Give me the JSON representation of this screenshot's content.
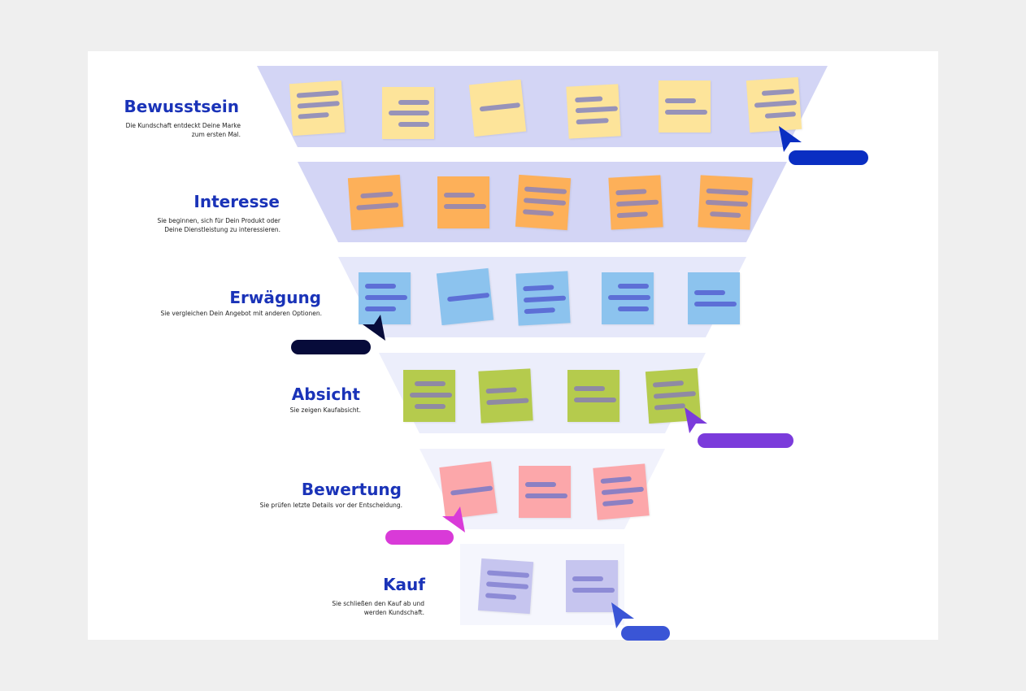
{
  "colors": {
    "title": "#1a33b8",
    "layers": [
      "#d3d5f5",
      "#d3d5f5",
      "#e6e8fa",
      "#eceefb",
      "#f1f2fc",
      "#f5f6fd"
    ]
  },
  "stages": [
    {
      "title": "Bewusstsein",
      "description_lines": [
        "Die Kundschaft entdeckt Deine Marke",
        "zum ersten Mal."
      ],
      "note_color": "#fde49a",
      "line_color": "#9793b9"
    },
    {
      "title": "Interesse",
      "description_lines": [
        "Sie beginnen, sich für Dein Produkt oder",
        "Deine Dienstleistung zu interessieren."
      ],
      "note_color": "#fdb059",
      "line_color": "#9e8aa9"
    },
    {
      "title": "Erwägung",
      "description_lines": [
        "Sie vergleichen Dein Angebot mit anderen Optionen."
      ],
      "note_color": "#8cc3ee",
      "line_color": "#5d6fd6"
    },
    {
      "title": "Absicht",
      "description_lines": [
        "Sie zeigen Kaufabsicht."
      ],
      "note_color": "#b5cb4d",
      "line_color": "#8f8aa3"
    },
    {
      "title": "Bewertung",
      "description_lines": [
        "Sie prüfen letzte Details vor der Entscheidung."
      ],
      "note_color": "#fca7aa",
      "line_color": "#8c80c3"
    },
    {
      "title": "Kauf",
      "description_lines": [
        "Sie schließen den Kauf ab und",
        "werden Kundschaft."
      ],
      "note_color": "#c6c5ef",
      "line_color": "#8d8bd6"
    }
  ],
  "cursors": [
    {
      "name": "cursor-blue",
      "color": "#0a2ec2"
    },
    {
      "name": "cursor-navy",
      "color": "#070b3a"
    },
    {
      "name": "cursor-purple",
      "color": "#7b3bdb"
    },
    {
      "name": "cursor-magenta",
      "color": "#d93ad8"
    },
    {
      "name": "cursor-royal",
      "color": "#3a55d6"
    }
  ]
}
